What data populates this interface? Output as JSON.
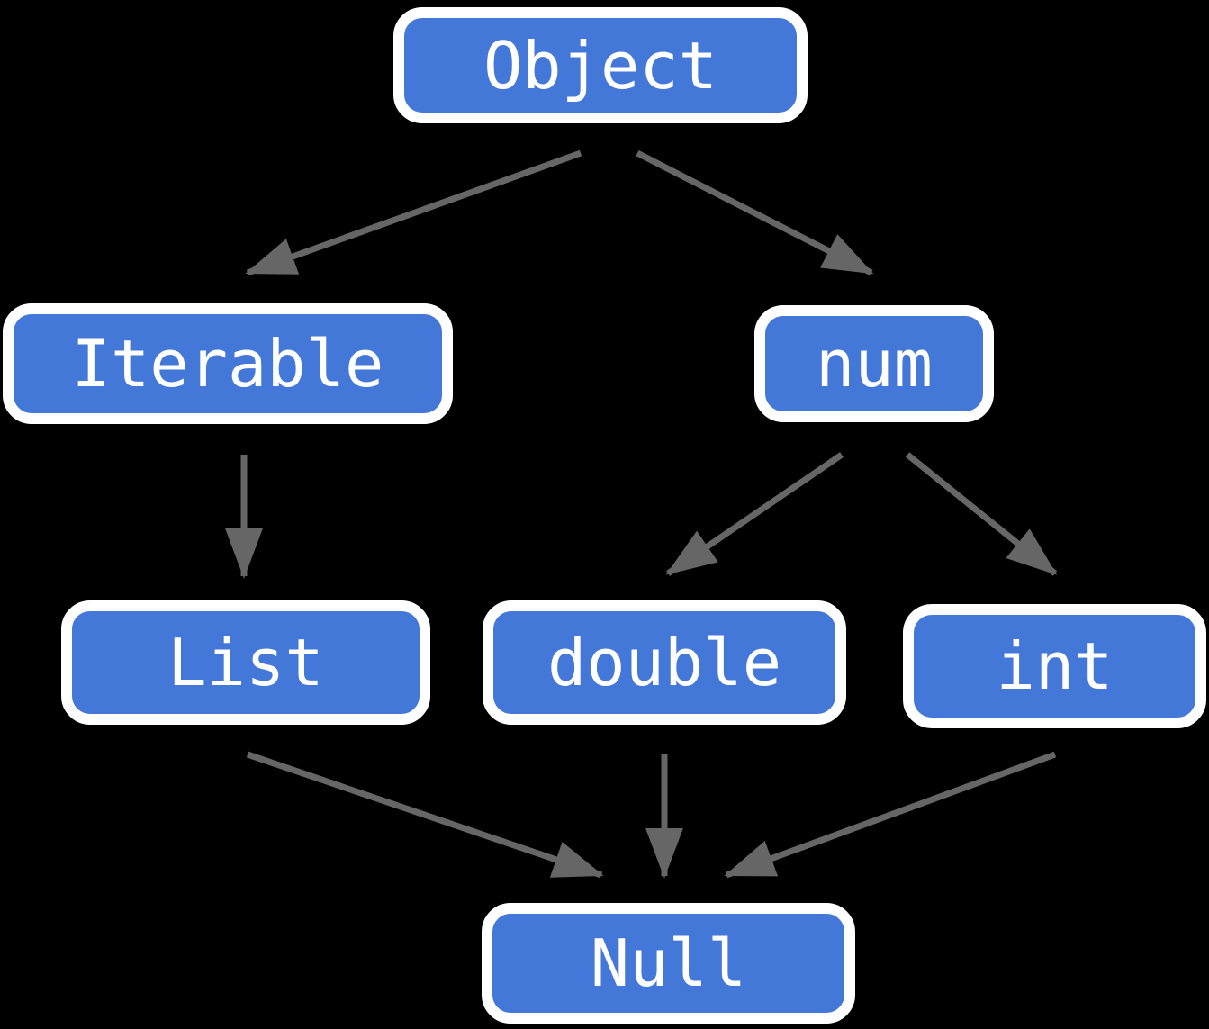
{
  "diagram": {
    "colors": {
      "background": "#000000",
      "node_fill": "#4377d8",
      "node_border": "#ffffff",
      "node_text": "#ffffff",
      "arrow": "#666666"
    },
    "nodes": [
      {
        "id": "object",
        "label": "Object"
      },
      {
        "id": "iterable",
        "label": "Iterable"
      },
      {
        "id": "num",
        "label": "num"
      },
      {
        "id": "list",
        "label": "List"
      },
      {
        "id": "double",
        "label": "double"
      },
      {
        "id": "int",
        "label": "int"
      },
      {
        "id": "null",
        "label": "Null"
      }
    ],
    "edges": [
      {
        "from": "Object",
        "to": "Iterable"
      },
      {
        "from": "Object",
        "to": "num"
      },
      {
        "from": "Iterable",
        "to": "List"
      },
      {
        "from": "num",
        "to": "double"
      },
      {
        "from": "num",
        "to": "int"
      },
      {
        "from": "List",
        "to": "Null"
      },
      {
        "from": "double",
        "to": "Null"
      },
      {
        "from": "int",
        "to": "Null"
      }
    ]
  }
}
